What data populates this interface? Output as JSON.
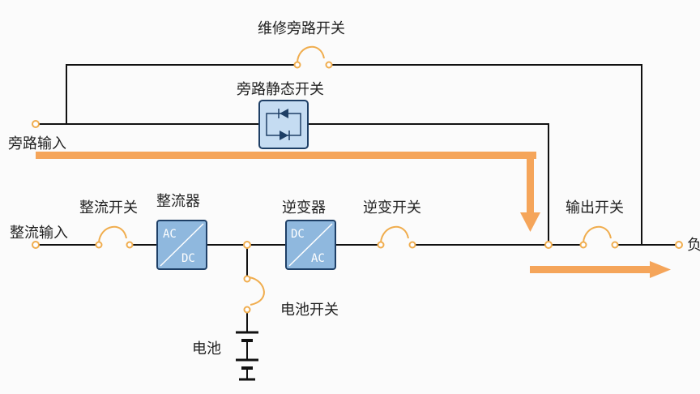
{
  "labels": {
    "maintenance_bypass_switch": "维修旁路开关",
    "bypass_static_switch": "旁路静态开关",
    "bypass_input": "旁路输入",
    "rectifier_switch": "整流开关",
    "rectifier": "整流器",
    "rectifier_input": "整流输入",
    "inverter": "逆变器",
    "inverter_switch": "逆变开关",
    "output_switch": "输出开关",
    "load": "负",
    "battery_switch": "电池开关",
    "battery": "电池"
  },
  "boxes": {
    "rectifier": {
      "top": "AC",
      "bottom": "DC"
    },
    "inverter": {
      "top": "DC",
      "bottom": "AC"
    }
  },
  "colors": {
    "wire": "#111111",
    "switch": "#f0ad4e",
    "box_fill": "#8fb8de",
    "box_stroke": "#1e3f66",
    "flow_arrow": "#f5a55a"
  }
}
